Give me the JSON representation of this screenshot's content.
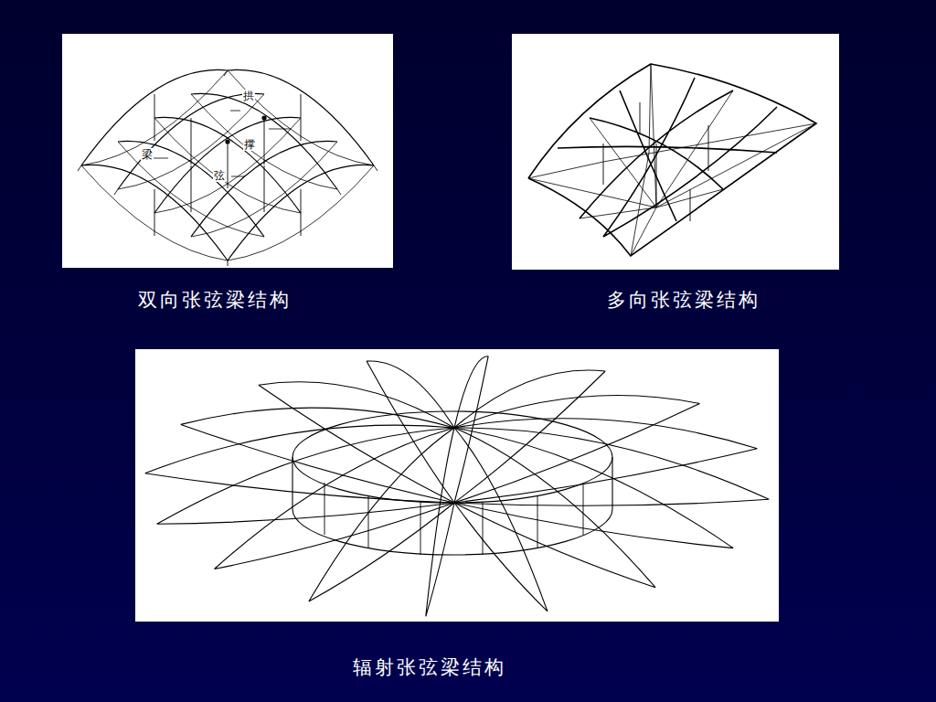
{
  "diagram": {
    "labels": [
      "拱",
      "撑",
      "梁",
      "弦",
      "双向张弦梁结构",
      "多向张弦梁结构",
      "辐射张弦梁结构"
    ]
  }
}
